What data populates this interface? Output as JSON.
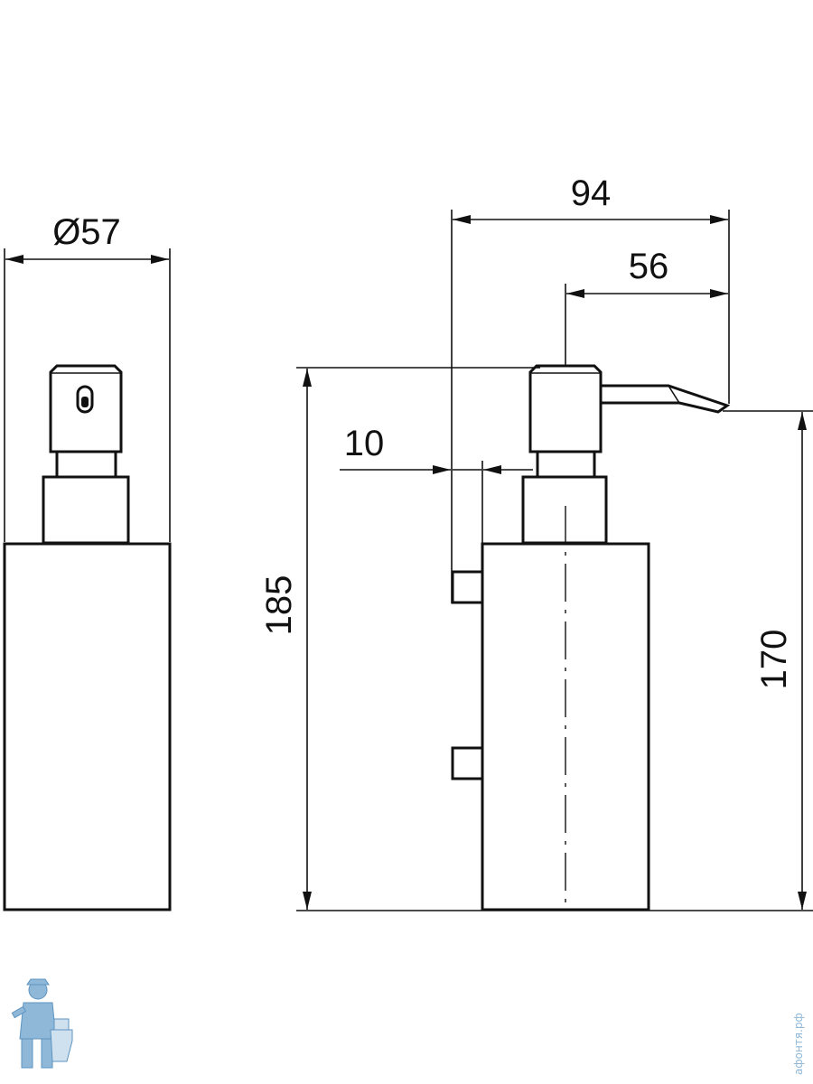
{
  "front_view": {
    "diameter_label": "Ø57"
  },
  "side_view": {
    "overall_depth_label": "94",
    "spout_length_label": "56",
    "wall_gap_label": "10",
    "overall_height_label": "185",
    "spout_height_label": "170"
  },
  "watermark": {
    "text": "афонтя.рф",
    "logo_icon": "plumber-mascot-icon",
    "color": "#8fb8d8"
  }
}
